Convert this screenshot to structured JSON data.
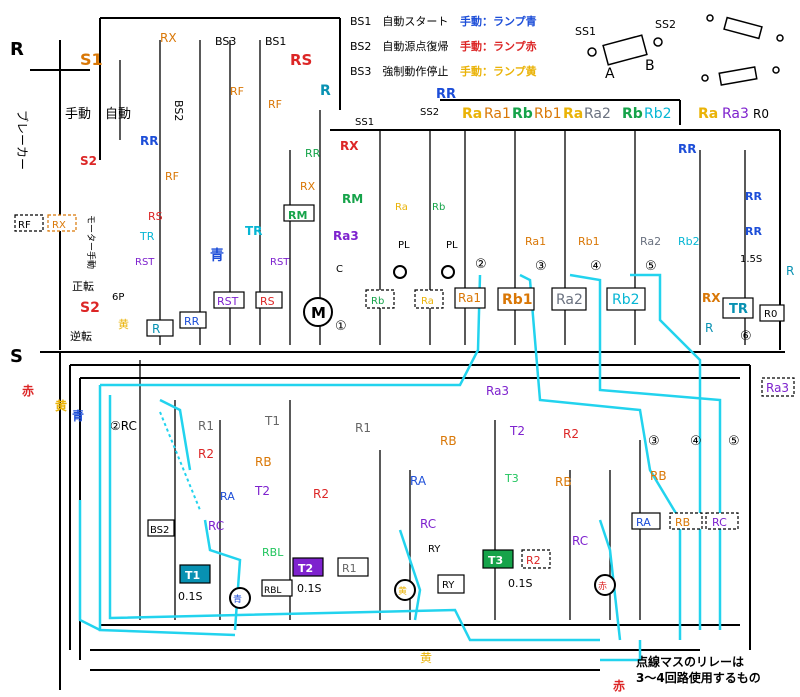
{
  "legend": {
    "bs1": "BS1　自動スタート",
    "bs2": "BS2　自動源点復帰",
    "bs3": "BS3　強制動作停止",
    "blue": "手動：ランプ青",
    "red": "手動：ランプ赤",
    "yellow": "手動：ランプ黄"
  },
  "diagram_labels": {
    "ss1": "SS1",
    "ss2": "SS2",
    "a": "A",
    "b": "B",
    "breaker": "ブレーカー",
    "manual": "手動",
    "auto": "自動",
    "motor_manual": "モーター手動",
    "forward": "正転",
    "reverse": "逆転",
    "sixp": "6P",
    "r": "R",
    "s": "S",
    "s1": "S1",
    "s2": "S2",
    "bs1": "BS1",
    "bs2": "BS2",
    "bs3": "BS3",
    "rx": "RX",
    "rf": "RF",
    "rs": "RS",
    "rr": "RR",
    "tr": "TR",
    "rst": "RST",
    "rm": "RM",
    "m": "M",
    "c": "C",
    "ra3": "Ra3",
    "ra": "Ra",
    "rb": "Rb",
    "ra1": "Ra1",
    "rb1": "Rb1",
    "ra2": "Ra2",
    "rb2": "Rb2",
    "r0": "R0",
    "pl": "PL",
    "blue_kanji": "青",
    "yellow_kanji": "黄",
    "red_kanji": "赤",
    "tr_time": "1.5S",
    "n1": "①",
    "n2": "②",
    "n3": "③",
    "n4": "④",
    "n5": "⑤",
    "n6": "⑥",
    "rc": "RC",
    "rc2": "②RC",
    "r1": "R1",
    "r2": "R2",
    "t1": "T1",
    "t2": "T2",
    "t3": "T3",
    "rbl": "RBL",
    "ry": "RY",
    "rb_big": "RB",
    "ra_big": "RA",
    "time01": "0.1S",
    "footnote": "点線マスのリレーは\n3～4回路使用するもの"
  }
}
